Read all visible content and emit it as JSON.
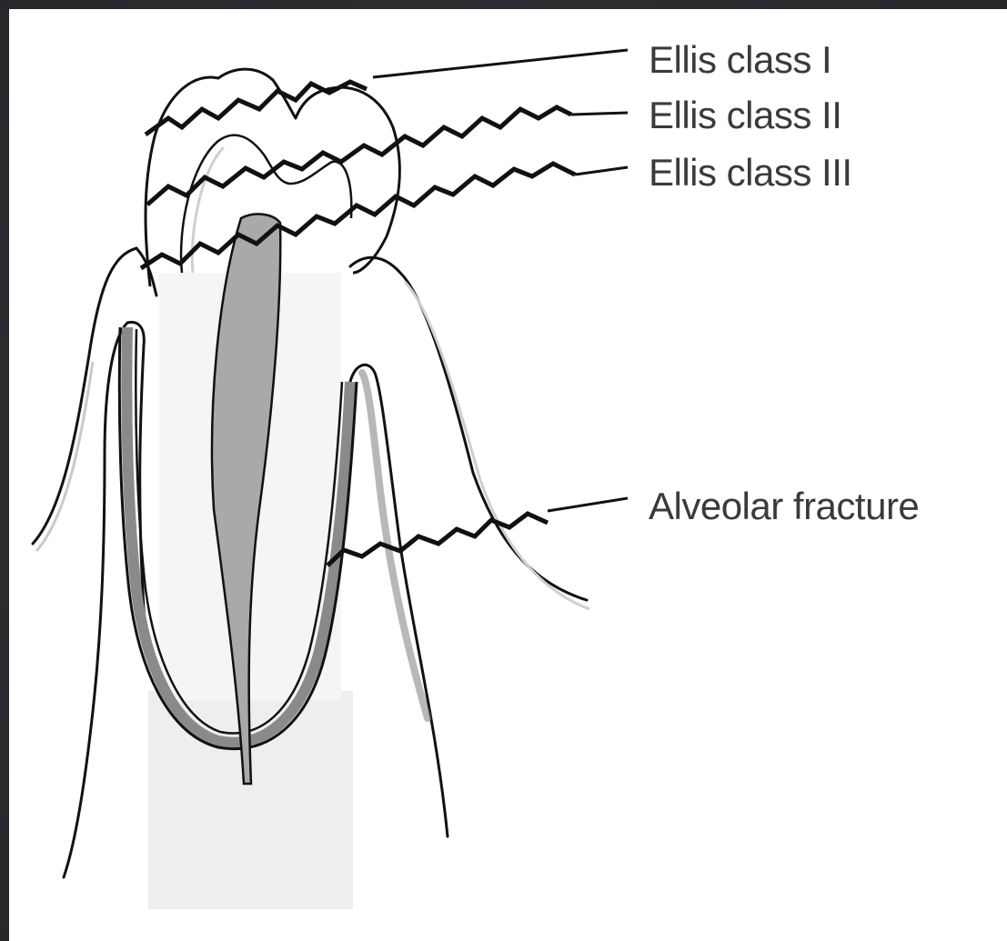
{
  "diagram": {
    "labels": {
      "ellis_1": "Ellis class I",
      "ellis_2": "Ellis class II",
      "ellis_3": "Ellis class III",
      "alveolar": "Alveolar fracture"
    },
    "colors": {
      "frame": "#2b2c31",
      "background": "#ffffff",
      "line": "#111111",
      "pulp": "#a9a9a9",
      "label_text": "#3a3a3a"
    }
  }
}
